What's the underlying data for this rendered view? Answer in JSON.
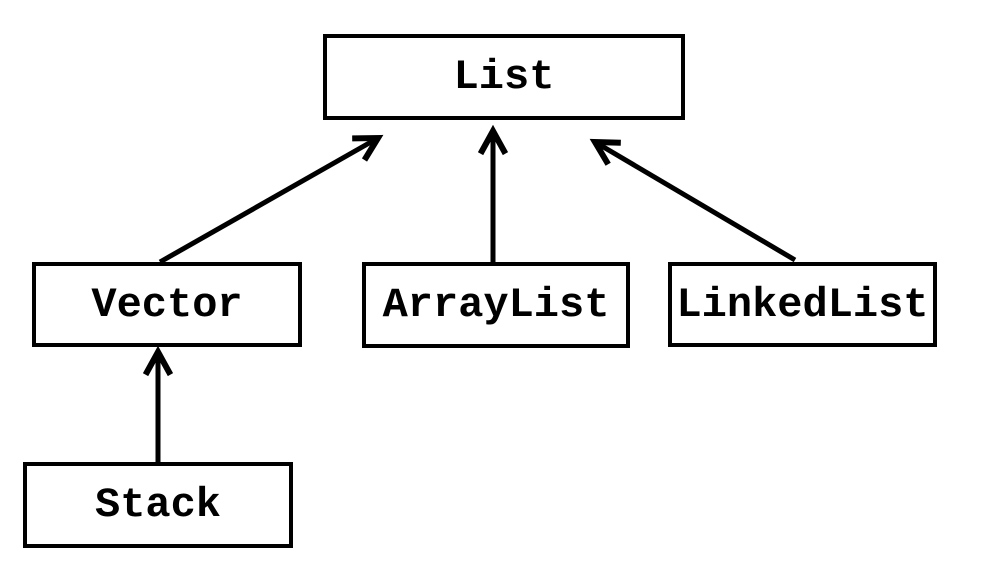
{
  "diagram": {
    "type": "class-hierarchy",
    "nodes": [
      {
        "id": "list",
        "label": "List"
      },
      {
        "id": "vector",
        "label": "Vector"
      },
      {
        "id": "arraylist",
        "label": "ArrayList"
      },
      {
        "id": "linkedlist",
        "label": "LinkedList"
      },
      {
        "id": "stack",
        "label": "Stack"
      }
    ],
    "edges": [
      {
        "from": "Vector",
        "to": "List",
        "style": "open-arrowhead"
      },
      {
        "from": "ArrayList",
        "to": "List",
        "style": "open-arrowhead"
      },
      {
        "from": "LinkedList",
        "to": "List",
        "style": "open-arrowhead"
      },
      {
        "from": "Stack",
        "to": "Vector",
        "style": "open-arrowhead"
      }
    ],
    "colors": {
      "stroke": "#000000",
      "node_fill": "#ffffff",
      "background": "#ffffff"
    }
  }
}
